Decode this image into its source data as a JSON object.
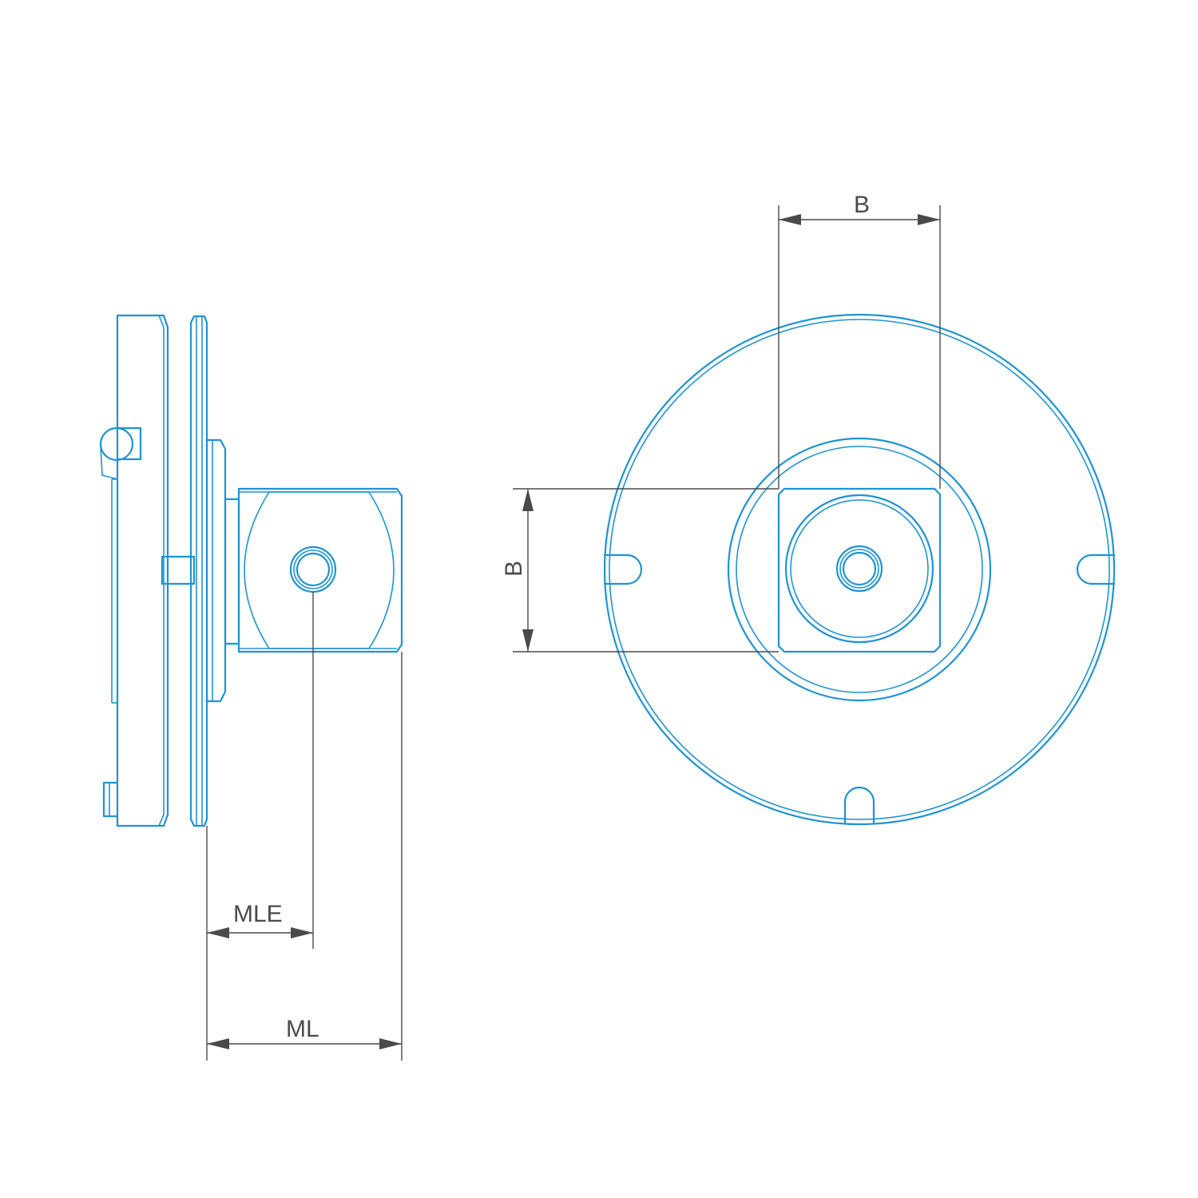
{
  "dimensions": {
    "width_label": "B",
    "height_label": "B",
    "mle_label": "MLE",
    "ml_label": "ML"
  },
  "colors": {
    "part_stroke": "#1f93d4",
    "dimension_stroke": "#4a4a4a"
  }
}
